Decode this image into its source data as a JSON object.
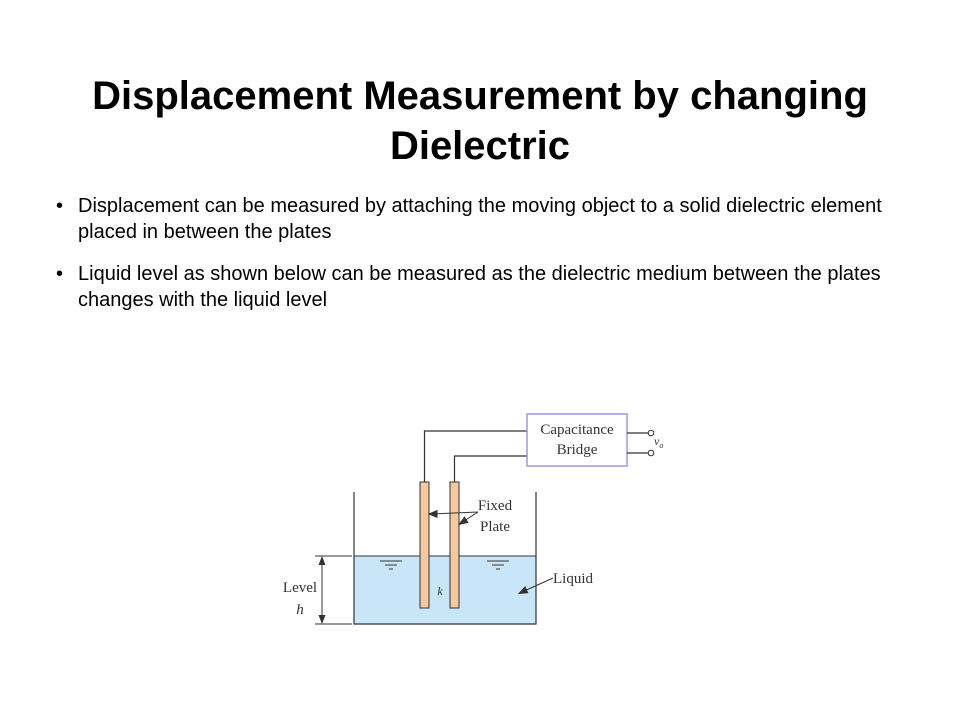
{
  "slide": {
    "title_line1": "Displacement Measurement by changing",
    "title_line2": "Dielectric",
    "bullets": [
      "Displacement can be measured by attaching the moving object to a solid dielectric element placed in between the plates",
      "Liquid level as shown below can be measured as the dielectric medium between the plates changes with the liquid level"
    ]
  },
  "diagram": {
    "bridge_label_line1": "Capacitance",
    "bridge_label_line2": "Bridge",
    "output_label": "v",
    "output_subscript": "o",
    "fixed_plate_line1": "Fixed",
    "fixed_plate_line2": "Plate",
    "liquid_label": "Liquid",
    "level_label": "Level",
    "level_symbol": "h",
    "dielectric_symbol": "k",
    "colors": {
      "liquid": "#c8e6f8",
      "plate": "#f5c9a0",
      "bridge_border": "#9c9cd8",
      "line": "#333333"
    }
  }
}
